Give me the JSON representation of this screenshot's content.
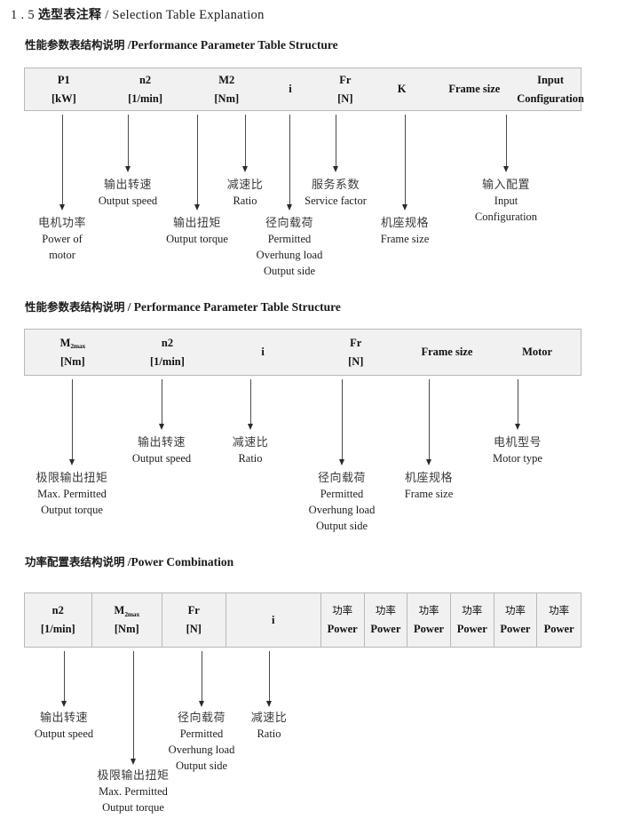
{
  "page": {
    "title_number": "1 . 5",
    "title_cn": "选型表注释",
    "title_sep": "/",
    "title_en": "Selection Table Explanation"
  },
  "sections": [
    {
      "heading_cn": "性能参数表结构说明",
      "heading_sep": "/",
      "heading_en": "Performance Parameter Table Structure",
      "table": {
        "bordered": false,
        "columns": [
          {
            "symbol": "P",
            "sub": "1",
            "unit": "[kW]"
          },
          {
            "symbol": "n",
            "sub": "2",
            "unit": "[1/min]"
          },
          {
            "symbol": "M",
            "sub": "2",
            "unit": "[Nm]"
          },
          {
            "symbol": "i",
            "sub": "",
            "unit": ""
          },
          {
            "symbol": "Fr",
            "sub": "",
            "unit": "[N]"
          },
          {
            "symbol": "K",
            "sub": "",
            "unit": ""
          },
          {
            "symbol": "Frame size",
            "sub": "",
            "unit": ""
          },
          {
            "symbol": "Input",
            "sub": "",
            "unit": "Configuration"
          }
        ]
      },
      "notes": [
        {
          "cn": "电机功率",
          "en": [
            "Power of",
            "motor"
          ]
        },
        {
          "cn": "输出转速",
          "en": [
            "Output speed"
          ]
        },
        {
          "cn": "输出扭矩",
          "en": [
            "Output torque"
          ]
        },
        {
          "cn": "减速比",
          "en": [
            "Ratio"
          ]
        },
        {
          "cn": "径向载荷",
          "en": [
            "Permitted",
            "Overhung load",
            "Output side"
          ]
        },
        {
          "cn": "服务系数",
          "en": [
            "Service factor"
          ]
        },
        {
          "cn": "机座规格",
          "en": [
            "Frame size"
          ]
        },
        {
          "cn": "输入配置",
          "en": [
            "Input",
            "Configuration"
          ]
        }
      ]
    },
    {
      "heading_cn": "性能参数表结构说明",
      "heading_sep": "/",
      "heading_en": "Performance Parameter Table Structure",
      "table": {
        "bordered": false,
        "columns": [
          {
            "symbol": "M",
            "sub": "2max",
            "unit": "[Nm]"
          },
          {
            "symbol": "n",
            "sub": "2",
            "unit": "[1/min]"
          },
          {
            "symbol": "i",
            "sub": "",
            "unit": ""
          },
          {
            "symbol": "Fr",
            "sub": "",
            "unit": "[N]"
          },
          {
            "symbol": "Frame size",
            "sub": "",
            "unit": ""
          },
          {
            "symbol": "Motor",
            "sub": "",
            "unit": ""
          }
        ]
      },
      "notes": [
        {
          "cn": "极限输出扭矩",
          "en": [
            "Max. Permitted",
            "Output  torque"
          ]
        },
        {
          "cn": "输出转速",
          "en": [
            "Output speed"
          ]
        },
        {
          "cn": "减速比",
          "en": [
            "Ratio"
          ]
        },
        {
          "cn": "径向载荷",
          "en": [
            "Permitted",
            "Overhung load",
            "Output side"
          ]
        },
        {
          "cn": "机座规格",
          "en": [
            "Frame size"
          ]
        },
        {
          "cn": "电机型号",
          "en": [
            "Motor type"
          ]
        }
      ]
    },
    {
      "heading_cn": "功率配置表结构说明",
      "heading_sep": "/",
      "heading_en": "Power Combination",
      "table": {
        "bordered": true,
        "columns": [
          {
            "symbol": "n",
            "sub": "2",
            "unit": "[1/min]"
          },
          {
            "symbol": "M",
            "sub": "2max",
            "unit": "[Nm]"
          },
          {
            "symbol": "Fr",
            "sub": "",
            "unit": "[N]"
          },
          {
            "symbol": "i",
            "sub": "",
            "unit": ""
          },
          {
            "cn": "功率",
            "unit": "Power"
          },
          {
            "cn": "功率",
            "unit": "Power"
          },
          {
            "cn": "功率",
            "unit": "Power"
          },
          {
            "cn": "功率",
            "unit": "Power"
          },
          {
            "cn": "功率",
            "unit": "Power"
          },
          {
            "cn": "功率",
            "unit": "Power"
          }
        ]
      },
      "notes": [
        {
          "cn": "输出转速",
          "en": [
            "Output speed"
          ]
        },
        {
          "cn": "极限输出扭矩",
          "en": [
            "Max. Permitted",
            "Output  torque"
          ]
        },
        {
          "cn": "径向载荷",
          "en": [
            "Permitted",
            "Overhung load",
            "Output side"
          ]
        },
        {
          "cn": "减速比",
          "en": [
            "Ratio"
          ]
        }
      ]
    }
  ],
  "colors": {
    "table_fill": "#f1f1f1",
    "table_border": "#b8b8b8",
    "arrow": "#2a2a2a",
    "text": "#1a1a1a"
  }
}
